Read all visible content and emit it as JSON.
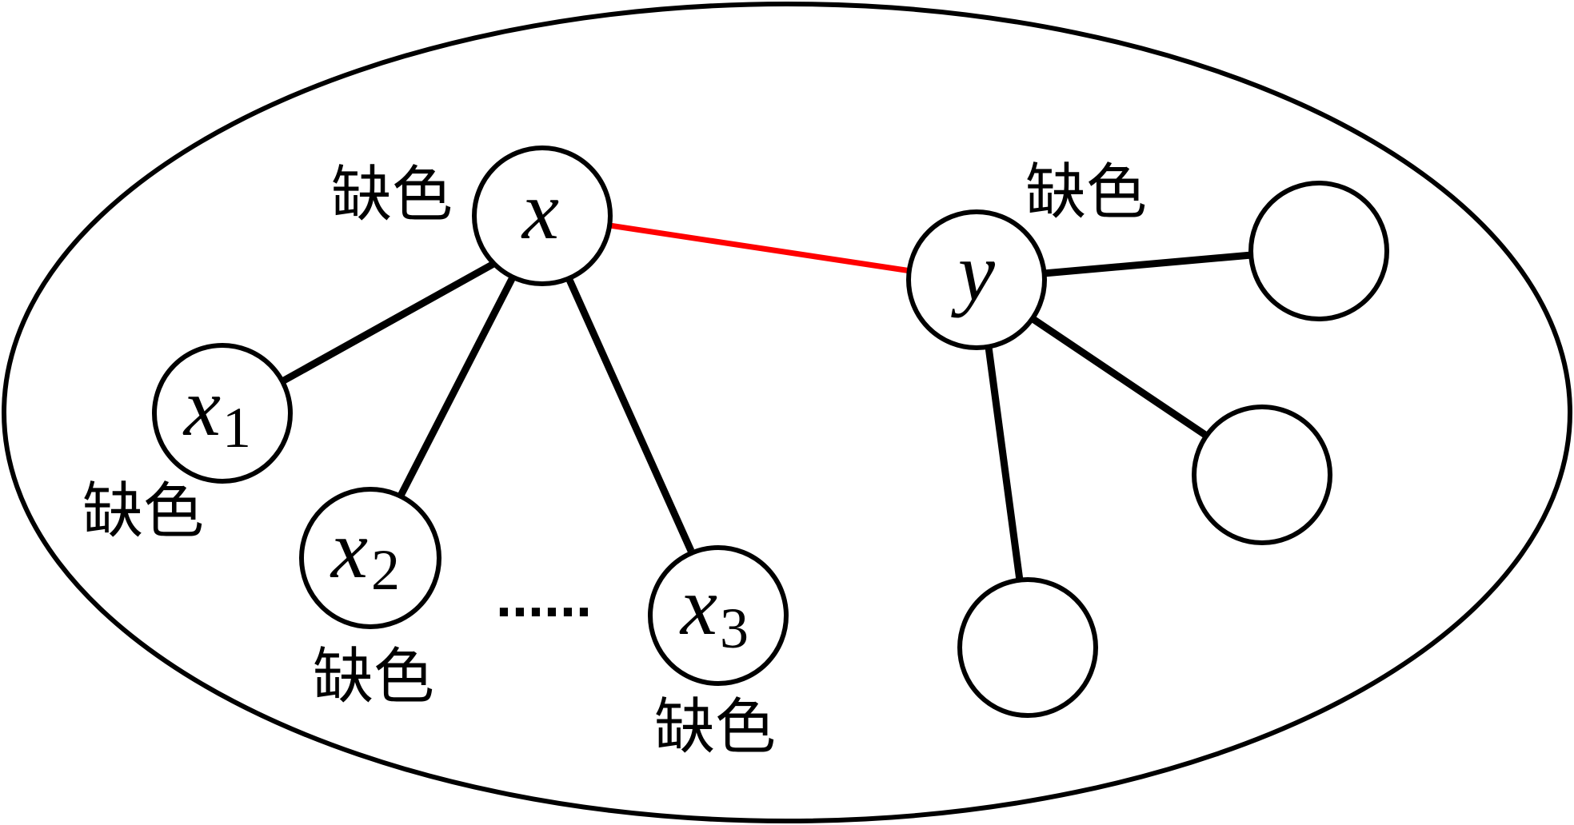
{
  "colors": {
    "outline": "#000000",
    "node_fill": "#ffffff"
  },
  "nodes": [
    {
      "label": "x",
      "status": "缺色"
    },
    {
      "label": "y",
      "status": "缺色"
    },
    {
      "label": "x",
      "subscript": "1",
      "status": "缺色"
    },
    {
      "label": "x",
      "subscript": "2",
      "status": "缺色"
    },
    {
      "label": "x",
      "subscript": "3",
      "status": "缺色"
    },
    {},
    {},
    {}
  ],
  "edges": [
    {
      "from": 0,
      "to": 1,
      "color": "#ff0000"
    },
    {
      "from": 0,
      "to": 2,
      "color": "#000000"
    },
    {
      "from": 0,
      "to": 3,
      "color": "#000000"
    },
    {
      "from": 0,
      "to": 4,
      "color": "#000000"
    },
    {
      "from": 1,
      "to": 5,
      "color": "#000000"
    },
    {
      "from": 1,
      "to": 6,
      "color": "#000000"
    },
    {
      "from": 1,
      "to": 7,
      "color": "#000000"
    }
  ],
  "ellipsis": "......"
}
